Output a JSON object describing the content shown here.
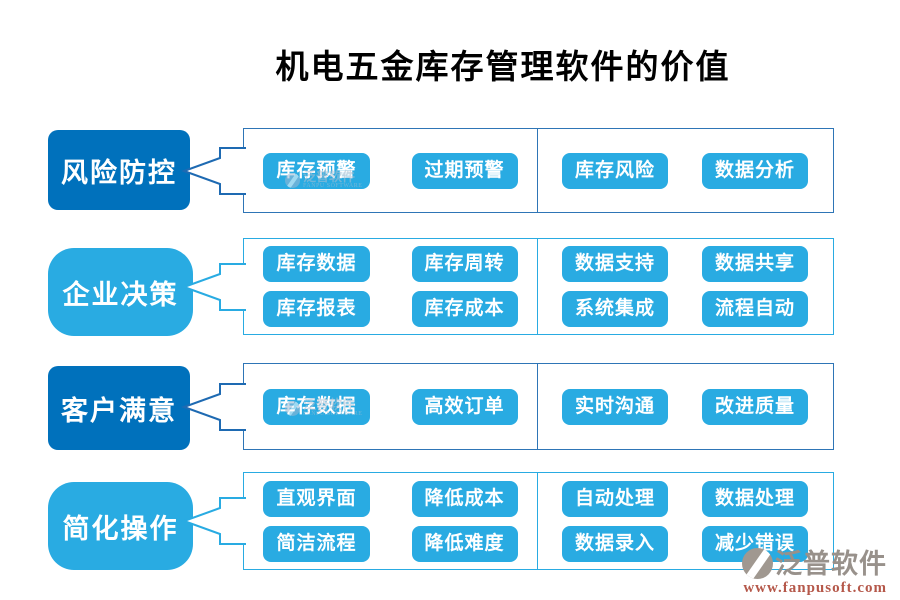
{
  "title": "机电五金库存管理软件的价值",
  "colors": {
    "dark_blue": "#0071bc",
    "cyan": "#29abe2",
    "dark_border": "#2e75b6",
    "chip_text": "#ffffff",
    "watermark_gray": "#98918b",
    "watermark_red": "#b5584a"
  },
  "rows": [
    {
      "label": "风险防控",
      "theme": "dark",
      "has_inline_watermark": true,
      "lines": [
        {
          "left": [
            "库存预警",
            "过期预警"
          ],
          "right": [
            "库存风险",
            "数据分析"
          ]
        }
      ]
    },
    {
      "label": "企业决策",
      "theme": "cyan",
      "has_inline_watermark": false,
      "lines": [
        {
          "left": [
            "库存数据",
            "库存周转"
          ],
          "right": [
            "数据支持",
            "数据共享"
          ]
        },
        {
          "left": [
            "库存报表",
            "库存成本"
          ],
          "right": [
            "系统集成",
            "流程自动"
          ]
        }
      ]
    },
    {
      "label": "客户满意",
      "theme": "dark",
      "has_inline_watermark": true,
      "lines": [
        {
          "left": [
            "库存数据",
            "高效订单"
          ],
          "right": [
            "实时沟通",
            "改进质量"
          ]
        }
      ]
    },
    {
      "label": "简化操作",
      "theme": "cyan",
      "has_inline_watermark": false,
      "lines": [
        {
          "left": [
            "直观界面",
            "降低成本"
          ],
          "right": [
            "自动处理",
            "数据处理"
          ]
        },
        {
          "left": [
            "简洁流程",
            "降低难度"
          ],
          "right": [
            "数据录入",
            "减少错误"
          ]
        }
      ]
    }
  ],
  "watermark": {
    "brand": "泛普软件",
    "url": "www.fanpusoft.com",
    "small_brand": "泛普软件",
    "small_caption": "FANPU SOFTWARE"
  }
}
